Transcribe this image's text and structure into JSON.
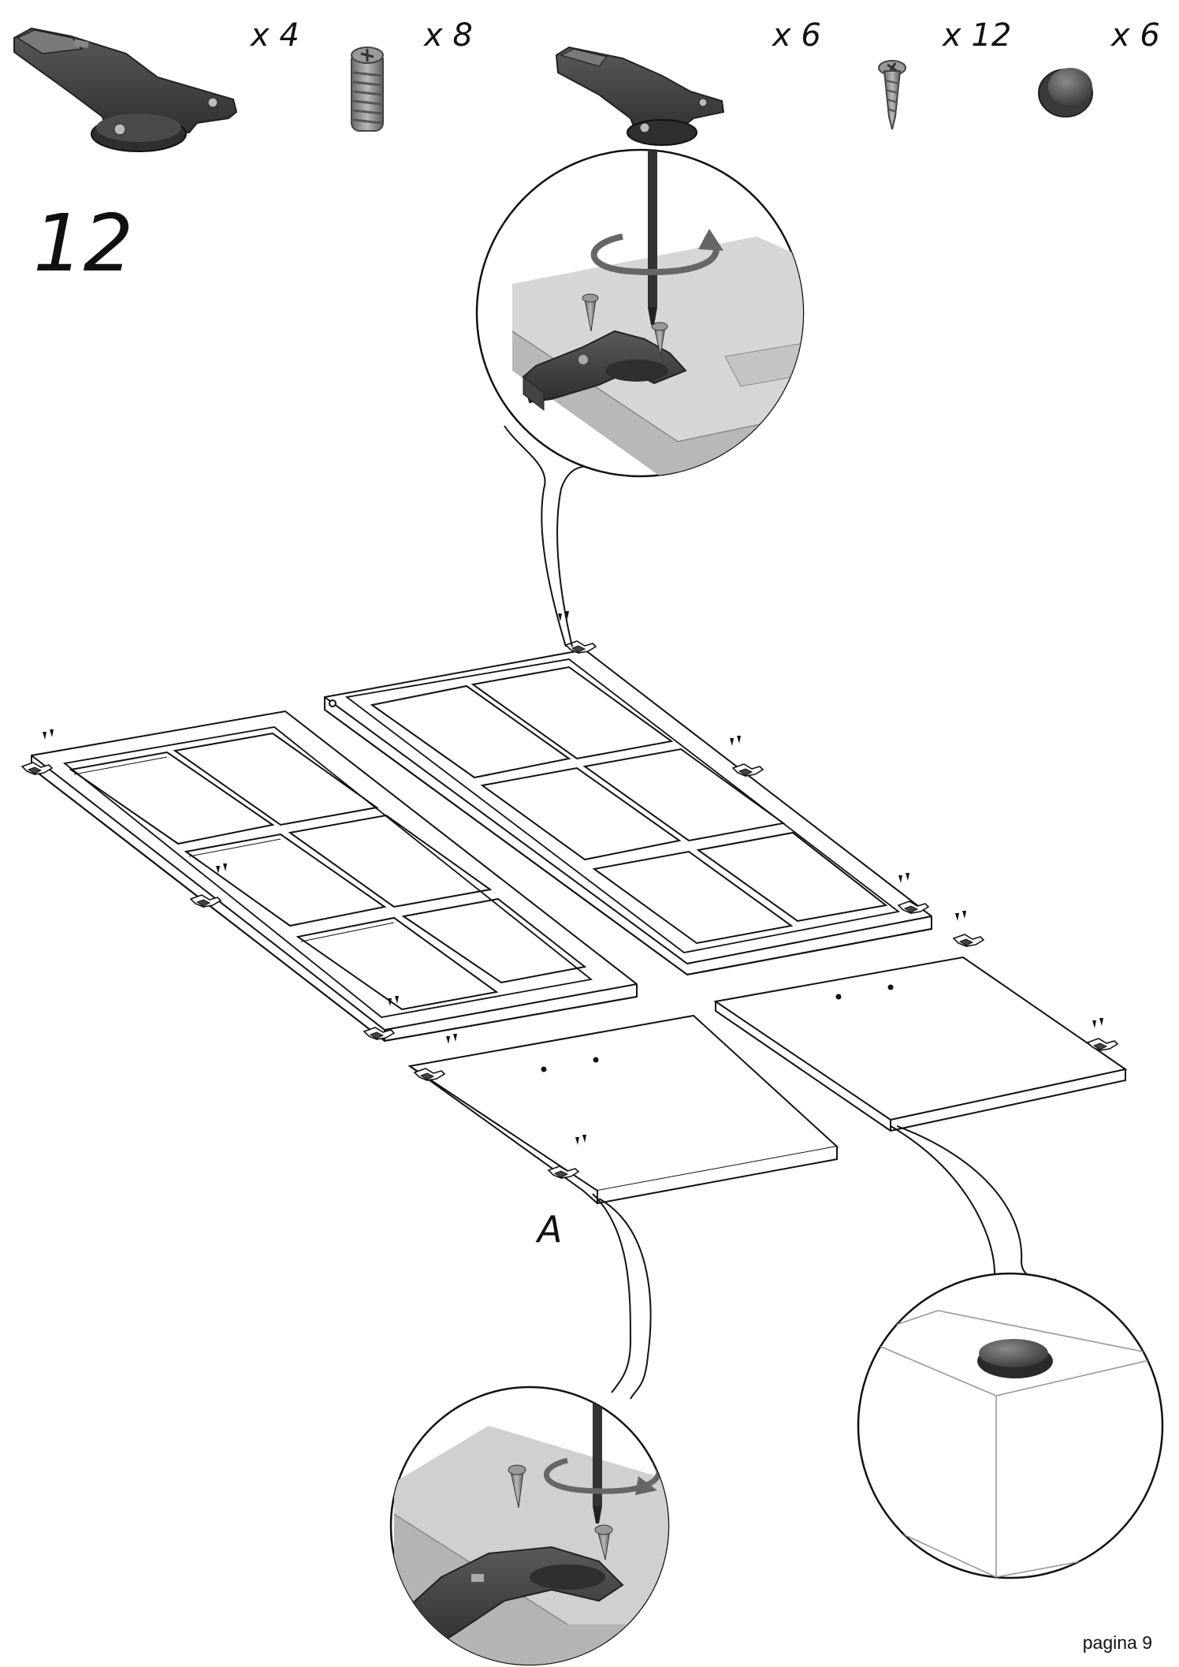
{
  "step": {
    "number": "12"
  },
  "parts": [
    {
      "name": "large-hinge",
      "icon": "hinge-icon",
      "quantity": "x 4"
    },
    {
      "name": "cam-dowel",
      "icon": "dowel-icon",
      "quantity": "x 8"
    },
    {
      "name": "small-hinge",
      "icon": "hinge-icon",
      "quantity": "x 6"
    },
    {
      "name": "wood-screw",
      "icon": "screw-icon",
      "quantity": "x 12"
    },
    {
      "name": "bumper-pad",
      "icon": "bumper-icon",
      "quantity": "x 6"
    }
  ],
  "labels": {
    "panel_a": "A"
  },
  "footer": {
    "page": "pagina 9"
  },
  "colors": {
    "line": "#111111",
    "part_dark": "#3d3d3d",
    "part_mid": "#6a6a6a",
    "panel_shade": "#cfcfcf"
  }
}
